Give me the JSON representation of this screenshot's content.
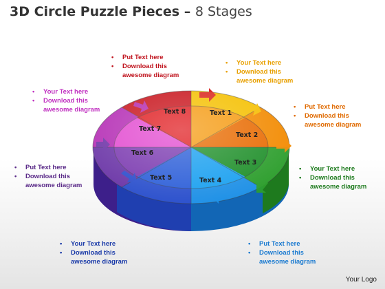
{
  "title": {
    "main": "3D Circle Puzzle Pieces",
    "separator": "–",
    "sub": "8 Stages"
  },
  "segments": [
    {
      "label": "Text 1",
      "color": "#f47a00"
    },
    {
      "label": "Text 2",
      "color": "#f47a00"
    },
    {
      "label": "Text 3",
      "color": "#2a9a2a"
    },
    {
      "label": "Text 4",
      "color": "#1a8fe0"
    },
    {
      "label": "Text 5",
      "color": "#2a52c8"
    },
    {
      "label": "Text 6",
      "color": "#7a3aa8"
    },
    {
      "label": "Text 7",
      "color": "#e040c0"
    },
    {
      "label": "Text 8",
      "color": "#d82020"
    }
  ],
  "palette": {
    "yellow": "#f5c000",
    "orange": "#f47a00",
    "green": "#2a9a2a",
    "lightblue": "#1a8fe0",
    "blue": "#2a52c8",
    "purple": "#7a3aa8",
    "violet": "#c030c0",
    "red": "#d82020"
  },
  "callouts": [
    {
      "id": "red-top",
      "color": "#c0141e",
      "items": [
        "Put Text here",
        "Download this",
        "awesome diagram"
      ]
    },
    {
      "id": "yellow-top",
      "color": "#e8a000",
      "items": [
        "Your Text here",
        "Download this",
        "awesome diagram"
      ]
    },
    {
      "id": "orange-right",
      "color": "#e06a00",
      "items": [
        "Put Text here",
        "Download this",
        "awesome diagram"
      ]
    },
    {
      "id": "green-right",
      "color": "#1d7a1d",
      "items": [
        "Your Text here",
        "Download this",
        "awesome diagram"
      ]
    },
    {
      "id": "magenta-left",
      "color": "#c030c0",
      "items": [
        "Your Text here",
        "Download this",
        "awesome diagram"
      ]
    },
    {
      "id": "purple-left",
      "color": "#5a2a88",
      "items": [
        "Put Text here",
        "Download this",
        "awesome diagram"
      ]
    },
    {
      "id": "blue-bottom",
      "color": "#1a3aa8",
      "items": [
        "Your Text here",
        "Download this",
        "awesome diagram"
      ]
    },
    {
      "id": "lightblue-bottom",
      "color": "#1a7ad0",
      "items": [
        "Put Text here",
        "Download this",
        "awesome diagram"
      ]
    }
  ],
  "footer": {
    "logo": "Your Logo"
  }
}
